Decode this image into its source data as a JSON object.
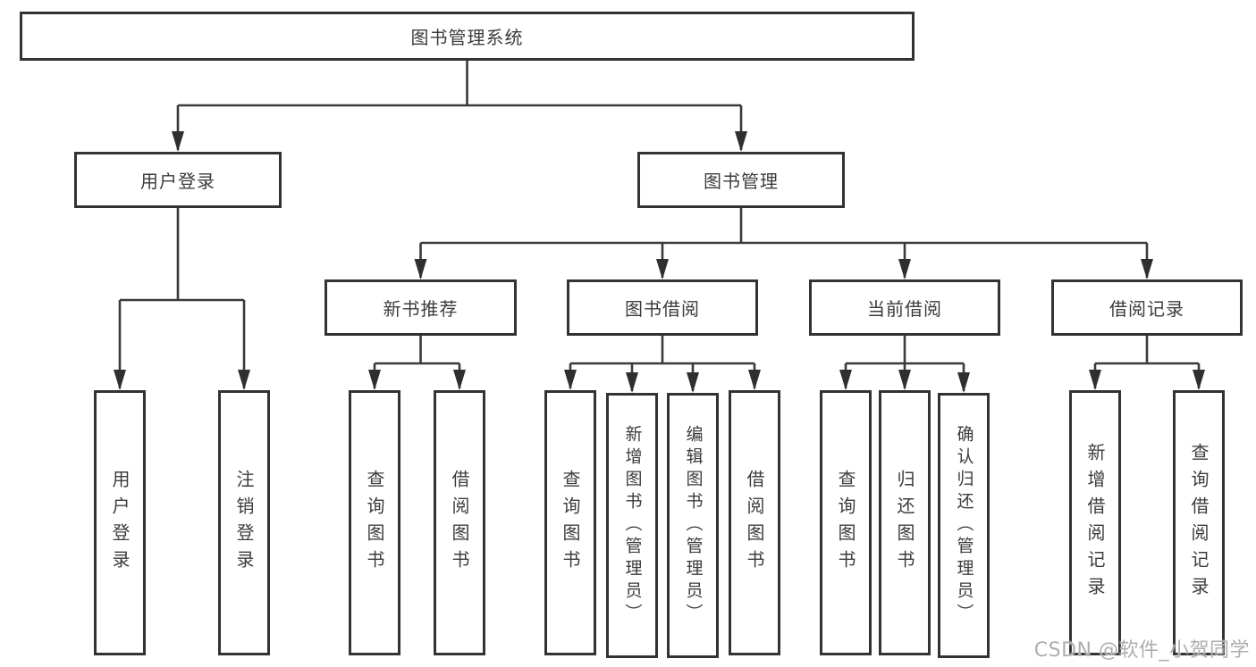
{
  "diagram": {
    "type": "hierarchy-tree",
    "colors": {
      "background": "#ffffff",
      "line": "#3a3a3a",
      "box_border": "#333333",
      "box_fill": "#ffffff",
      "text": "#3c3c3c",
      "watermark_text": "#aeaeae"
    },
    "tree": {
      "label": "图书管理系统",
      "children": [
        {
          "label": "用户登录",
          "children": [
            {
              "label": "用户登录"
            },
            {
              "label": "注销登录"
            }
          ]
        },
        {
          "label": "图书管理",
          "children": [
            {
              "label": "新书推荐",
              "children": [
                {
                  "label": "查询图书"
                },
                {
                  "label": "借阅图书"
                }
              ]
            },
            {
              "label": "图书借阅",
              "children": [
                {
                  "label": "查询图书"
                },
                {
                  "label": "新增图书（管理员）"
                },
                {
                  "label": "编辑图书（管理员）"
                },
                {
                  "label": "借阅图书"
                }
              ]
            },
            {
              "label": "当前借阅",
              "children": [
                {
                  "label": "查询图书"
                },
                {
                  "label": "归还图书"
                },
                {
                  "label": "确认归还（管理员）"
                }
              ]
            },
            {
              "label": "借阅记录",
              "children": [
                {
                  "label": "新增借阅记录"
                },
                {
                  "label": "查询借阅记录"
                }
              ]
            }
          ]
        }
      ]
    },
    "watermark": {
      "text": "CSDN @软件_小贺同学"
    }
  }
}
